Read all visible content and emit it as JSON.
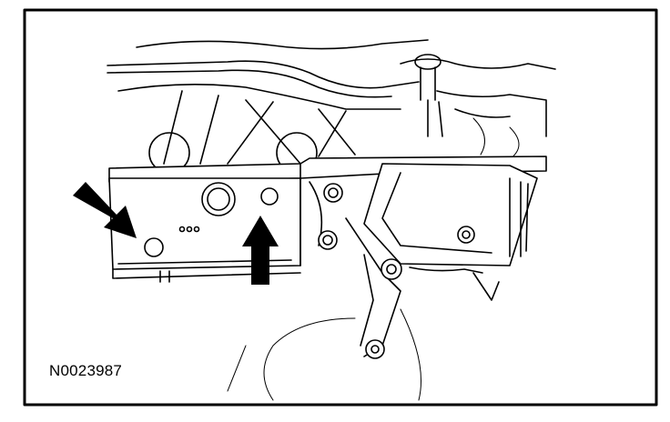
{
  "figure": {
    "reference_code": "N0023987",
    "ink_color": "#000000",
    "background_color": "#ffffff",
    "arrow_count": 2,
    "callout_icons": [
      "arrow-pointing-down-right",
      "arrow-pointing-up"
    ]
  }
}
